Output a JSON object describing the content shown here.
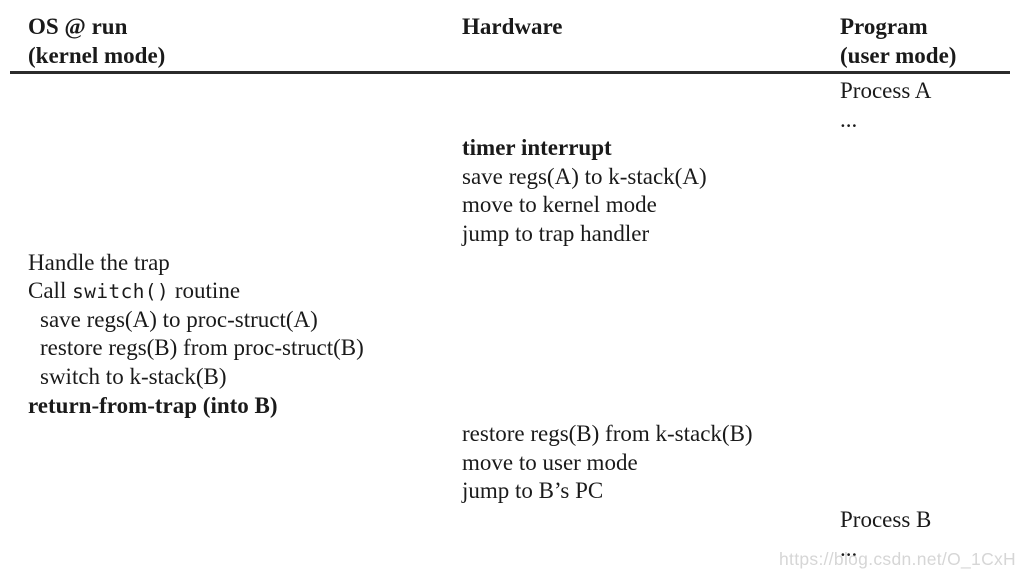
{
  "figure": {
    "title": "context-switch-timeline",
    "colors": {
      "background": "#ffffff",
      "text": "#1a1a1a",
      "rule": "#2b2b2b",
      "watermark_text": "#d6d6d6"
    },
    "headers": {
      "os": {
        "line1": "OS @ run",
        "line2": "(kernel mode)"
      },
      "hardware": {
        "line1": "Hardware",
        "line2": ""
      },
      "program": {
        "line1": "Program",
        "line2": "(user mode)"
      }
    },
    "rows": [
      {
        "column": "program",
        "bold": false,
        "indent": false,
        "segments": [
          {
            "text": "Process A"
          }
        ]
      },
      {
        "column": "program",
        "bold": false,
        "indent": false,
        "segments": [
          {
            "text": "..."
          }
        ]
      },
      {
        "column": "hardware",
        "bold": true,
        "indent": false,
        "segments": [
          {
            "text": "timer interrupt"
          }
        ]
      },
      {
        "column": "hardware",
        "bold": false,
        "indent": false,
        "segments": [
          {
            "text": "save regs(A) to k-stack(A)"
          }
        ]
      },
      {
        "column": "hardware",
        "bold": false,
        "indent": false,
        "segments": [
          {
            "text": "move to kernel mode"
          }
        ]
      },
      {
        "column": "hardware",
        "bold": false,
        "indent": false,
        "segments": [
          {
            "text": "jump to trap handler"
          }
        ]
      },
      {
        "column": "os",
        "bold": false,
        "indent": false,
        "segments": [
          {
            "text": "Handle the trap"
          }
        ]
      },
      {
        "column": "os",
        "bold": false,
        "indent": false,
        "segments": [
          {
            "text": "Call "
          },
          {
            "text": "switch()",
            "mono": true
          },
          {
            "text": " routine"
          }
        ]
      },
      {
        "column": "os",
        "bold": false,
        "indent": true,
        "segments": [
          {
            "text": "save regs(A) to proc-struct(A)"
          }
        ]
      },
      {
        "column": "os",
        "bold": false,
        "indent": true,
        "segments": [
          {
            "text": "restore regs(B) from proc-struct(B)"
          }
        ]
      },
      {
        "column": "os",
        "bold": false,
        "indent": true,
        "segments": [
          {
            "text": "switch to k-stack(B)"
          }
        ]
      },
      {
        "column": "os",
        "bold": true,
        "indent": false,
        "segments": [
          {
            "text": "return-from-trap (into B)"
          }
        ]
      },
      {
        "column": "hardware",
        "bold": false,
        "indent": false,
        "segments": [
          {
            "text": "restore regs(B) from k-stack(B)"
          }
        ]
      },
      {
        "column": "hardware",
        "bold": false,
        "indent": false,
        "segments": [
          {
            "text": "move to user mode"
          }
        ]
      },
      {
        "column": "hardware",
        "bold": false,
        "indent": false,
        "segments": [
          {
            "text": "jump to B’s PC"
          }
        ]
      },
      {
        "column": "program",
        "bold": false,
        "indent": false,
        "segments": [
          {
            "text": "Process B"
          }
        ]
      },
      {
        "column": "program",
        "bold": false,
        "indent": false,
        "segments": [
          {
            "text": "..."
          }
        ]
      }
    ],
    "watermark": "https://blog.csdn.net/O_1CxH"
  }
}
